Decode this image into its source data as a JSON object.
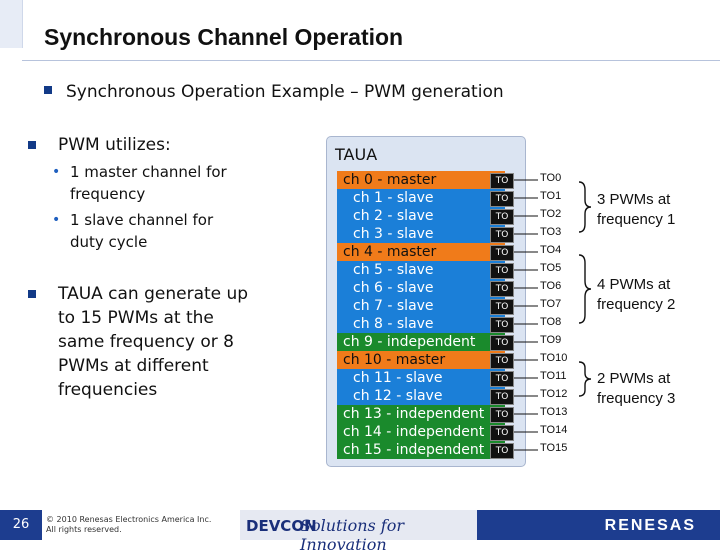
{
  "title": "Synchronous Channel Operation",
  "subtitle": "Synchronous Operation Example – PWM generation",
  "bullet1": {
    "text": "PWM utilizes:",
    "subs": [
      "1 master channel for",
      "frequency",
      "1 slave channel for",
      "duty cycle"
    ]
  },
  "bullet2": {
    "lines": [
      "TAUA can generate up",
      "to 15 PWMs at the",
      "same frequency or 8",
      "PWMs at different",
      "frequencies"
    ]
  },
  "taua": {
    "label": "TAUA",
    "to_label": "TO",
    "channels": [
      {
        "text": "ch 0 - master",
        "color": "orange"
      },
      {
        "text": "ch 1 - slave",
        "color": "blue"
      },
      {
        "text": "ch 2 - slave",
        "color": "blue"
      },
      {
        "text": "ch 3 - slave",
        "color": "blue"
      },
      {
        "text": "ch 4 - master",
        "color": "orange"
      },
      {
        "text": "ch 5 - slave",
        "color": "blue"
      },
      {
        "text": "ch 6 - slave",
        "color": "blue"
      },
      {
        "text": "ch 7 - slave",
        "color": "blue"
      },
      {
        "text": "ch 8 - slave",
        "color": "blue"
      },
      {
        "text": "ch 9 - independent",
        "color": "green"
      },
      {
        "text": "ch 10 - master",
        "color": "orange"
      },
      {
        "text": "ch 11 - slave",
        "color": "blue"
      },
      {
        "text": "ch 12 - slave",
        "color": "blue"
      },
      {
        "text": "ch 13 - independent",
        "color": "green"
      },
      {
        "text": "ch 14 - independent",
        "color": "green"
      },
      {
        "text": "ch 15 - independent",
        "color": "green"
      }
    ],
    "outputs": [
      "TO0",
      "TO1",
      "TO2",
      "TO3",
      "TO4",
      "TO5",
      "TO6",
      "TO7",
      "TO8",
      "TO9",
      "TO10",
      "TO11",
      "TO12",
      "TO13",
      "TO14",
      "TO15"
    ]
  },
  "groups": [
    {
      "line1": "3 PWMs at",
      "line2": "frequency 1"
    },
    {
      "line1": "4 PWMs at",
      "line2": "frequency 2"
    },
    {
      "line1": "2 PWMs at",
      "line2": "frequency 3"
    }
  ],
  "footer": {
    "page": "26",
    "copyright1": "© 2010 Renesas Electronics America Inc.",
    "copyright2": "All rights reserved.",
    "devcon": "DEVCON",
    "tagline": "Solutions for Innovation",
    "brand": "RENESAS"
  },
  "colors": {
    "orange": "#f07b1a",
    "blue": "#1b7fd8",
    "green": "#1a8a2c",
    "navy": "#1d3d8f"
  }
}
